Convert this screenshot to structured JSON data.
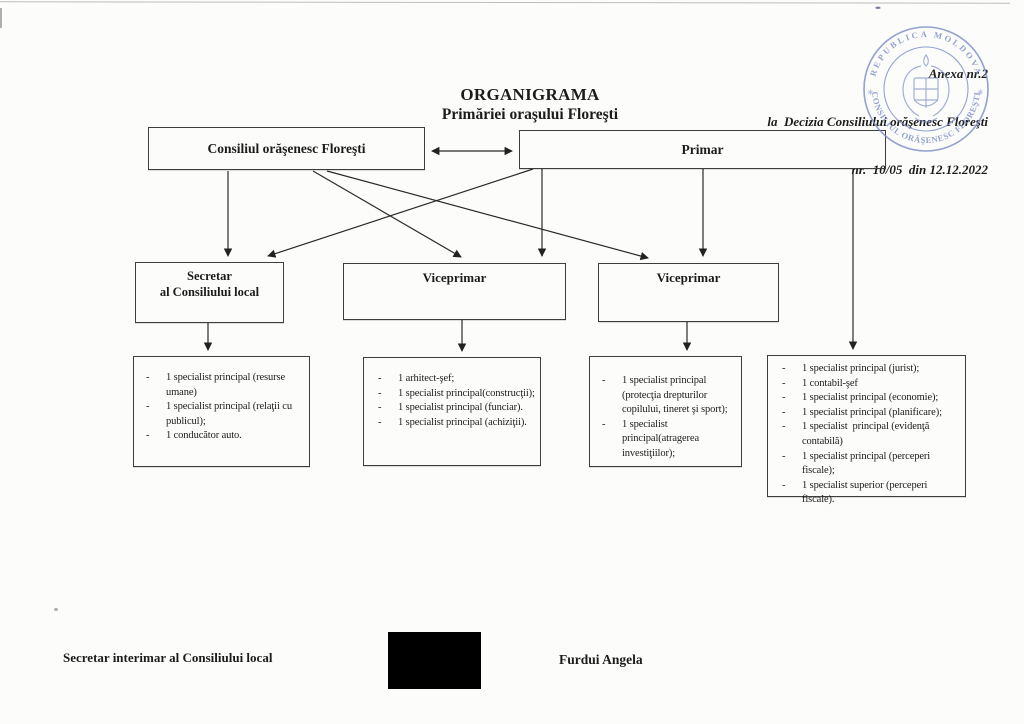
{
  "document": {
    "annex": {
      "line1": "Anexa nr.2",
      "line2": "la  Decizia Consiliului orăşenesc Floreşti",
      "line3": "nr.  10/05  din 12.12.2022"
    },
    "title": "ORGANIGRAMA",
    "subtitle": "Primăriei oraşului Floreşti"
  },
  "org": {
    "council_label": "Consiliul orăşenesc Floreşti",
    "mayor_label": "Primar",
    "secretary_label_line1": "Secretar",
    "secretary_label_line2": "al Consiliului local",
    "vice_mayor_1_label": "Viceprimar",
    "vice_mayor_2_label": "Viceprimar",
    "staff_secretary": {
      "items": [
        "1 specialist principal (resurse umane)",
        "1 specialist principal (relaţii cu publicul);",
        "1 conducător auto."
      ]
    },
    "staff_vice1": {
      "items": [
        "1 arhitect-şef;",
        "1 specialist principal(construcţii);",
        "1 specialist principal (funciar).",
        "1 specialist principal (achiziţii)."
      ]
    },
    "staff_vice2": {
      "items": [
        "1 specialist principal (protecţia drepturilor copilului, tineret şi sport);",
        "1 specialist principal(atragerea investiţiilor);"
      ]
    },
    "staff_mayor": {
      "items": [
        "1 specialist principal (jurist);",
        "1 contabil-şef",
        "1 specialist principal (economie);",
        "1 specialist principal (planificare);",
        "1 specialist  principal (evidenţă contabilă)",
        "1 specialist principal (perceperi fiscale);",
        "1 specialist superior (perceperi fiscale)."
      ]
    },
    "list_marker": "-"
  },
  "footer": {
    "role": "Secretar interimar al Consiliului local",
    "name": "Furdui Angela"
  },
  "stamp": {
    "outer_text": "REPUBLICA MOLDOVA",
    "inner_text": "CONSILIUL ORĂŞENESC FLOREŞTI",
    "color": "#7b8ec8"
  },
  "colors": {
    "ink": "#1c1c1c",
    "box_border": "#3d3d3d",
    "stamp_blue": "#7b8ec8",
    "redaction": "#000000",
    "paper": "#fcfcfb"
  }
}
